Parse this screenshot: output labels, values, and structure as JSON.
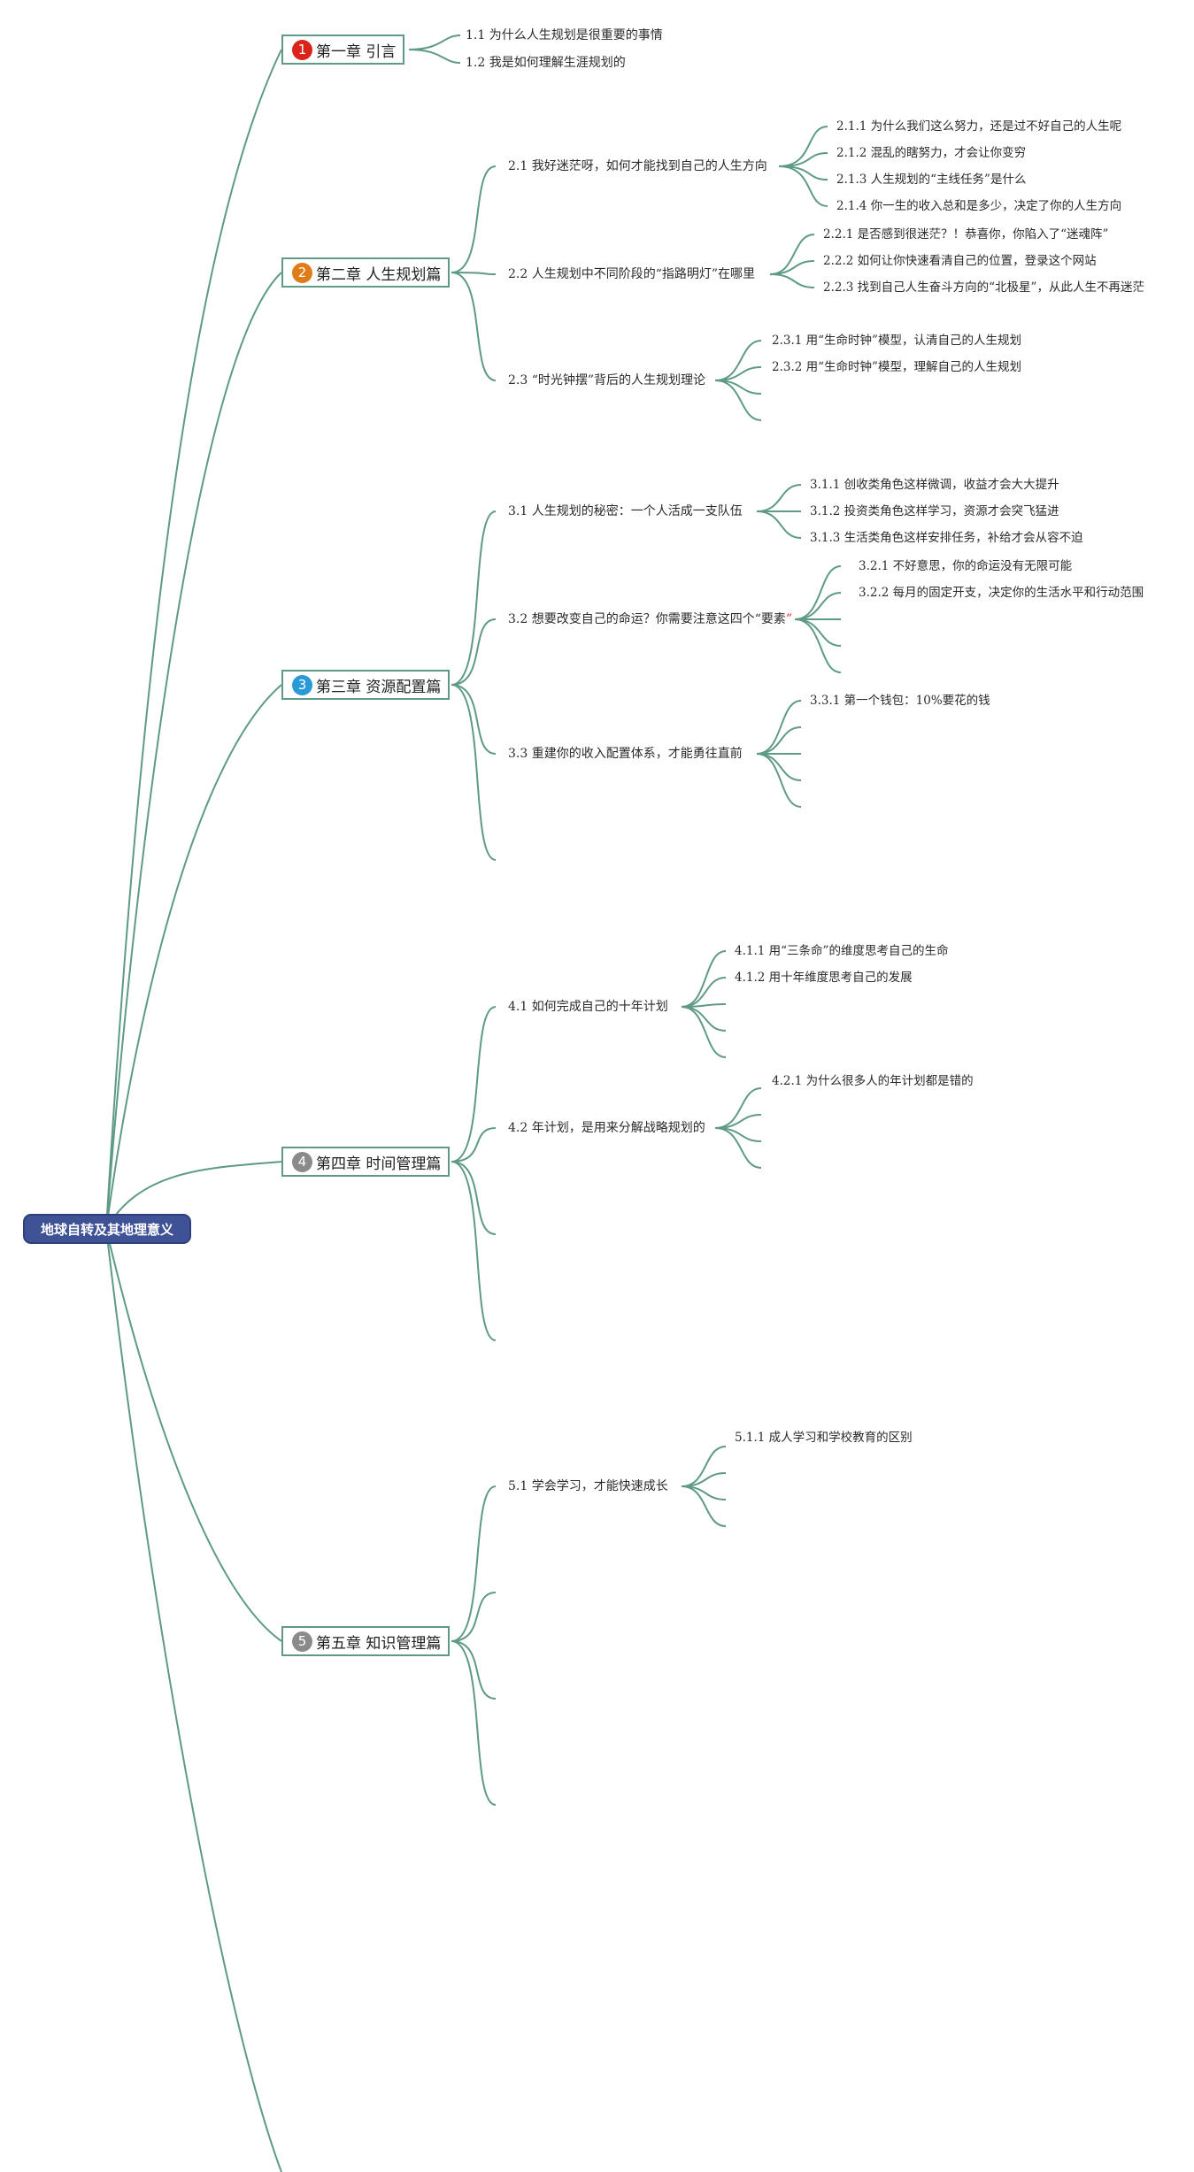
{
  "root": {
    "title": "地球自转及其地理意义"
  },
  "colors": {
    "edge": "#5e9a86",
    "root_bg": "#3f5296",
    "ch1": "#d9231b",
    "ch2": "#e07b18",
    "ch3": "#2a9ad6",
    "ch4": "#8a8a8a",
    "ch5": "#8a8a8a"
  },
  "chapters": [
    {
      "num": "1",
      "title": "第一章 引言"
    },
    {
      "num": "2",
      "title": "第二章 人生规划篇"
    },
    {
      "num": "3",
      "title": "第三章 资源配置篇"
    },
    {
      "num": "4",
      "title": "第四章 时间管理篇"
    },
    {
      "num": "5",
      "title": "第五章 知识管理篇"
    }
  ],
  "ch1": {
    "s1": "1.1 为什么人生规划是很重要的事情",
    "s2": "1.2 我是如何理解生涯规划的"
  },
  "ch2": {
    "s1": "2.1 我好迷茫呀，如何才能找到自己的人生方向",
    "s1_items": [
      "2.1.1 为什么我们这么努力，还是过不好自己的人生呢",
      "2.1.2 混乱的瞎努力，才会让你变穷",
      "2.1.3 人生规划的“主线任务”是什么",
      "2.1.4 你一生的收入总和是多少，决定了你的人生方向"
    ],
    "s2": "2.2 人生规划中不同阶段的“指路明灯”在哪里",
    "s2_items": [
      "2.2.1 是否感到很迷茫？！恭喜你，你陷入了“迷魂阵”",
      "2.2.2 如何让你快速看清自己的位置，登录这个网站",
      "2.2.3 找到自己人生奋斗方向的“北极星”，从此人生不再迷茫"
    ],
    "s3": "2.3 “时光钟摆”背后的人生规划理论",
    "s3_items": [
      "2.3.1 用“生命时钟”模型，认清自己的人生规划",
      "2.3.2 用“生命时钟”模型，理解自己的人生规划"
    ]
  },
  "ch3": {
    "s1": "3.1 人生规划的秘密：一个人活成一支队伍",
    "s1_items": [
      "3.1.1 创收类角色这样微调，收益才会大大提升",
      "3.1.2 投资类角色这样学习，资源才会突飞猛进",
      "3.1.3 生活类角色这样安排任务，补给才会从容不迫"
    ],
    "s2_pre": "3.2 想要改变自己的命运？你需要注意这四个“要素",
    "s2_post": "”",
    "s2_items": [
      "3.2.1 不好意思，你的命运没有无限可能",
      "3.2.2 每月的固定开支，决定你的生活水平和行动范围"
    ],
    "s3": "3.3 重建你的收入配置体系，才能勇往直前",
    "s3_items": [
      "3.3.1 第一个钱包：10%要花的钱"
    ]
  },
  "ch4": {
    "s1": "4.1 如何完成自己的十年计划",
    "s1_items": [
      "4.1.1 用“三条命”的维度思考自己的生命",
      "4.1.2 用十年维度思考自己的发展"
    ],
    "s2": "4.2 年计划，是用来分解战略规划的",
    "s2_items": [
      "4.2.1 为什么很多人的年计划都是错的"
    ]
  },
  "ch5": {
    "s1": "5.1 学会学习，才能快速成长",
    "s1_items": [
      "5.1.1 成人学习和学校教育的区别"
    ]
  }
}
